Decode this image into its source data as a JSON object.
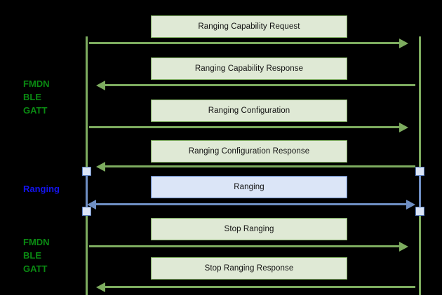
{
  "diagram": {
    "type": "sequence-diagram",
    "background_color": "#000000",
    "accent_green": "#7dac5f",
    "accent_blue": "#6f8fc4",
    "label_green": "#0a8a12",
    "label_blue": "#1414f0",
    "box_green_fill": "#dfe9d5",
    "box_blue_fill": "#dbe5f7"
  },
  "phase_labels": [
    {
      "id": "phase-fmdn-ble-gatt-top",
      "text": "FMDN\nBLE\nGATT",
      "color": "green"
    },
    {
      "id": "phase-ranging",
      "text": "Ranging",
      "color": "blue"
    },
    {
      "id": "phase-fmdn-ble-gatt-bottom",
      "text": "FMDN\nBLE\nGATT",
      "color": "green"
    }
  ],
  "messages": [
    {
      "id": "msg-ranging-capability-request",
      "label": "Ranging Capability Request",
      "direction": "right",
      "color": "green"
    },
    {
      "id": "msg-ranging-capability-response",
      "label": "Ranging Capability Response",
      "direction": "left",
      "color": "green"
    },
    {
      "id": "msg-ranging-configuration",
      "label": "Ranging Configuration",
      "direction": "right",
      "color": "green"
    },
    {
      "id": "msg-ranging-configuration-response",
      "label": "Ranging Configuration Response",
      "direction": "left",
      "color": "green"
    },
    {
      "id": "msg-ranging",
      "label": "Ranging",
      "direction": "both",
      "color": "blue"
    },
    {
      "id": "msg-stop-ranging",
      "label": "Stop Ranging",
      "direction": "right",
      "color": "green"
    },
    {
      "id": "msg-stop-ranging-response",
      "label": "Stop Ranging Response",
      "direction": "left",
      "color": "green"
    }
  ],
  "lifelines": [
    {
      "id": "lifeline-left",
      "side": "left"
    },
    {
      "id": "lifeline-right",
      "side": "right"
    }
  ]
}
